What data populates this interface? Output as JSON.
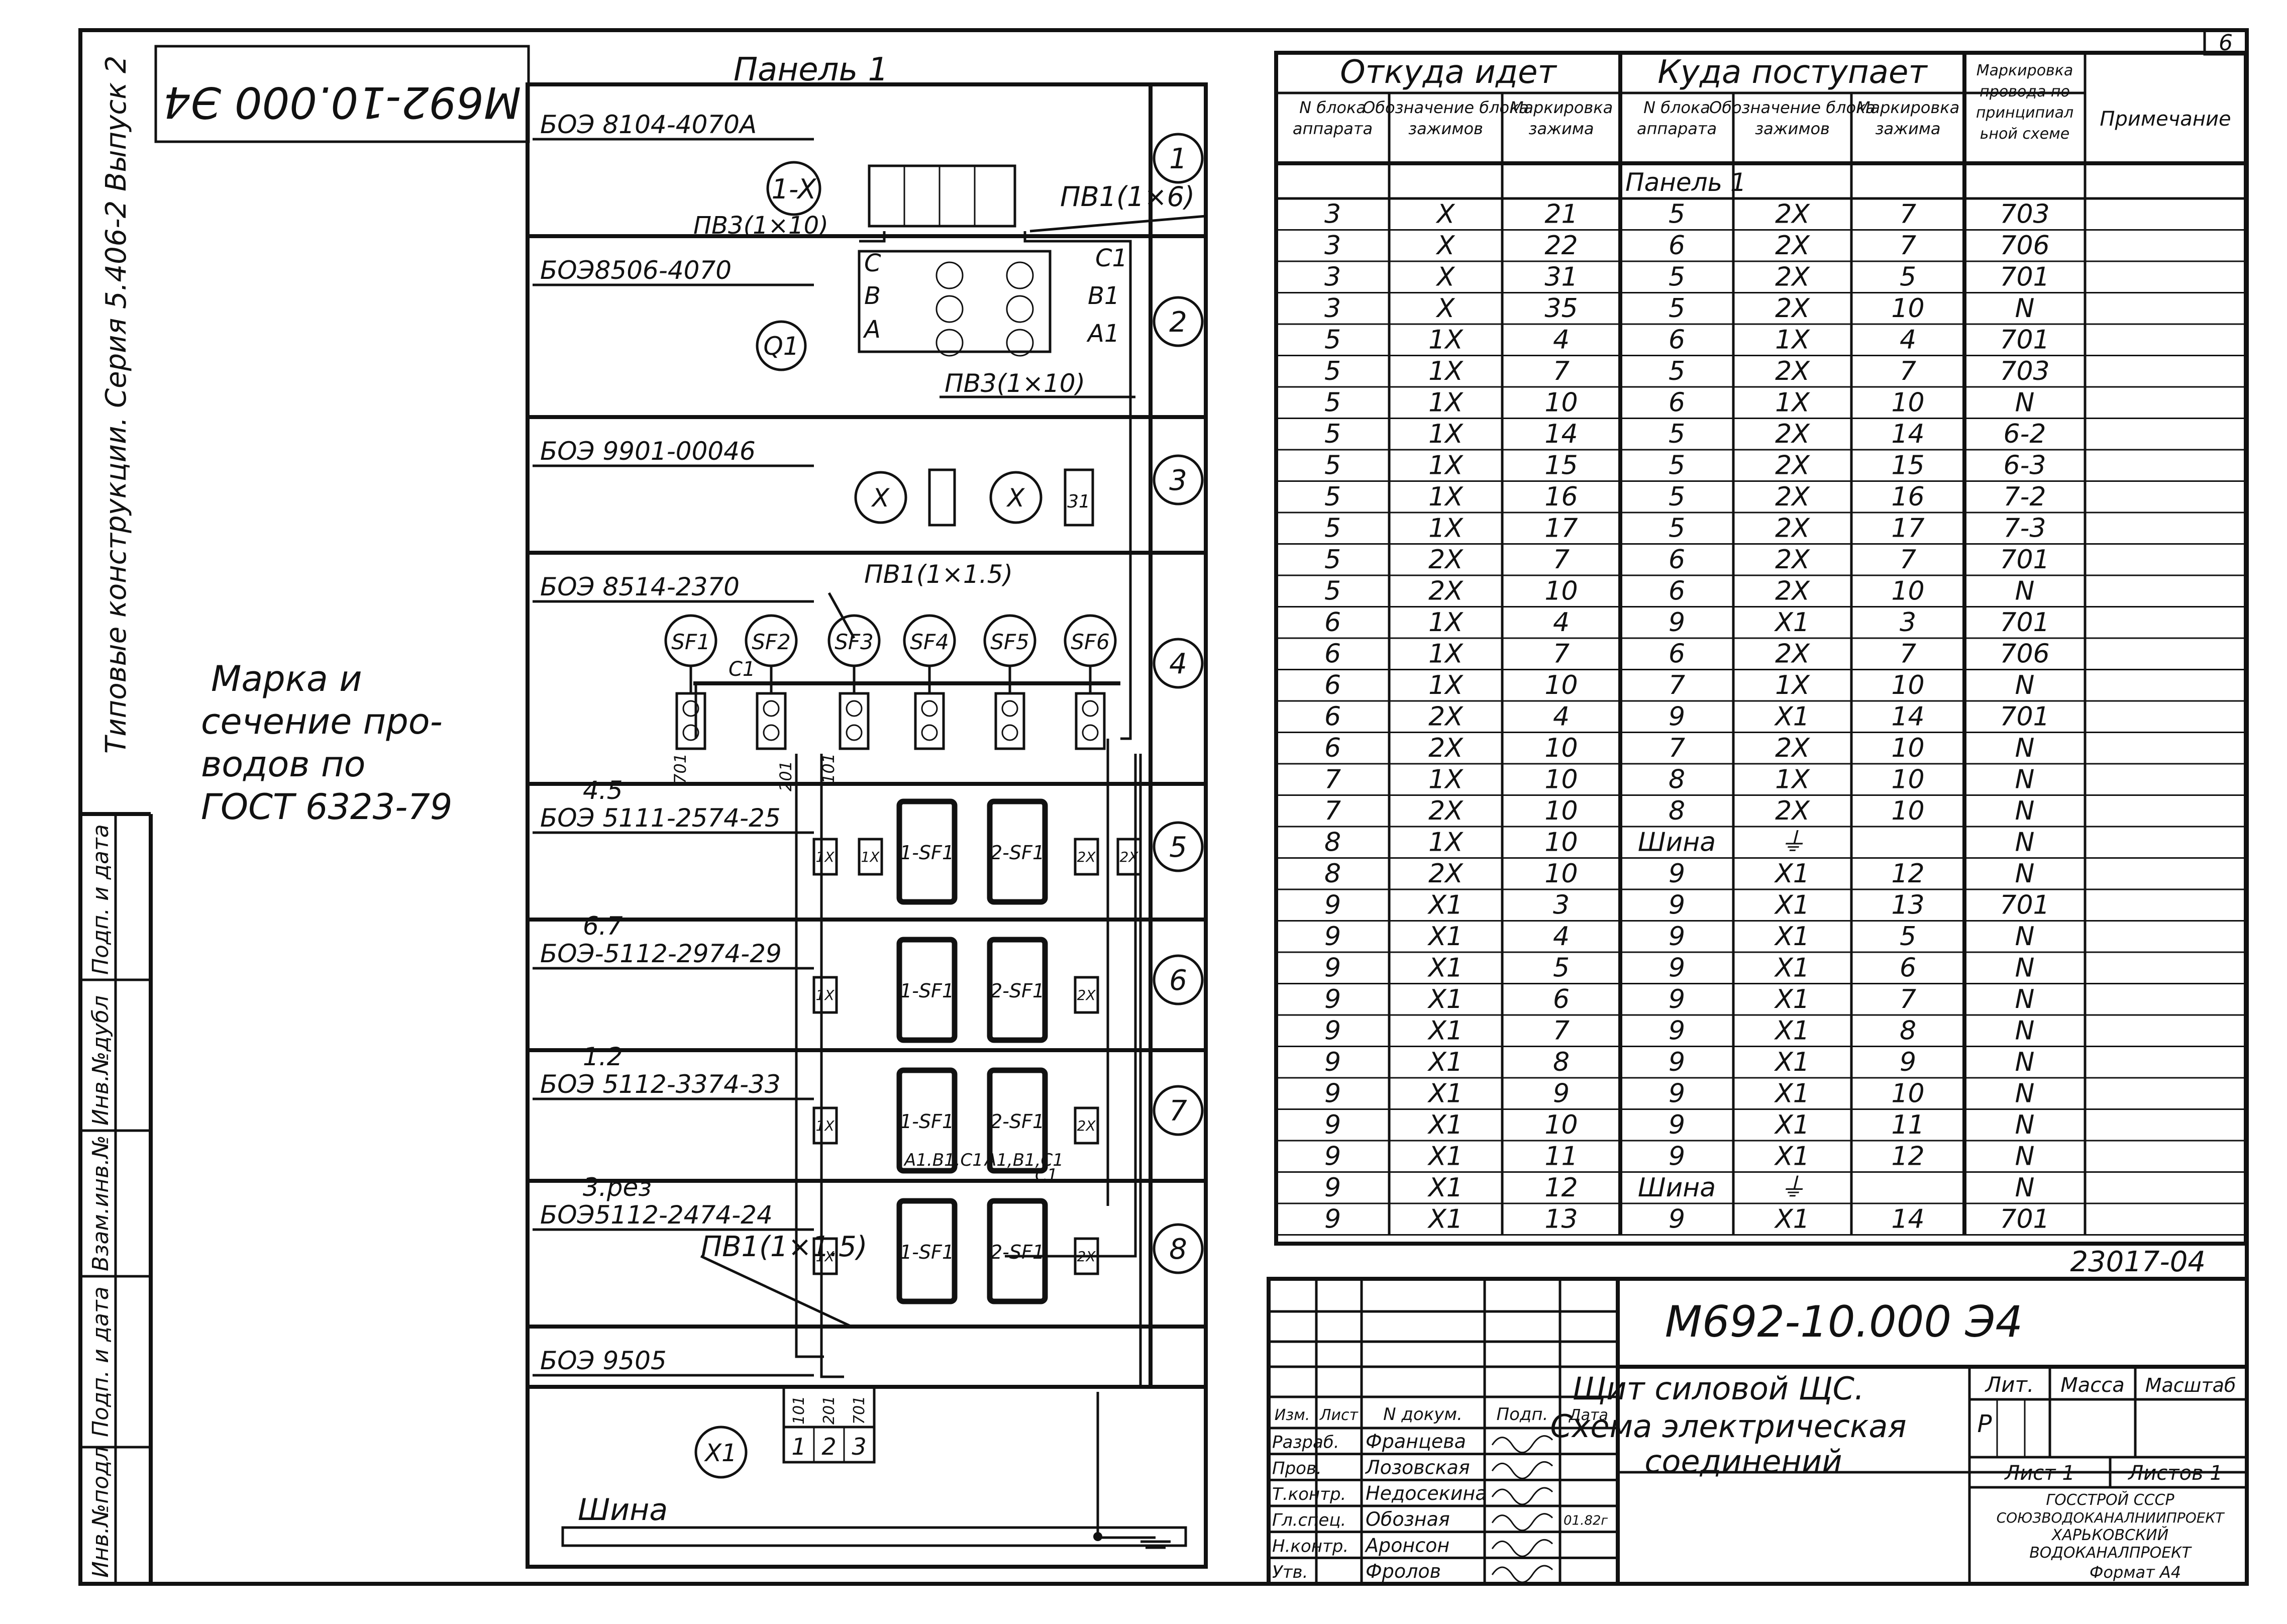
{
  "sheet_number": "6",
  "stamp_code": "М692-10.000 Э4",
  "side_caption": "Типовые конструкции.   Серия 5.406-2 Выпуск 2",
  "wire_note": [
    "Марка и",
    "сечение про-",
    "водов по",
    "ГОСТ 6323-79"
  ],
  "left_strip": [
    "Инв.№подл",
    "Подп. и дата",
    "Взам.инв.№",
    "Инв.№дубл",
    "Подп. и дата"
  ],
  "panel": {
    "title": "Панель 1",
    "blocks": [
      {
        "label": "БОЭ 8104-4070А",
        "num": "1"
      },
      {
        "label": "БОЭ8506-4070",
        "num": "2"
      },
      {
        "label": "БОЭ 9901-00046",
        "num": "3"
      },
      {
        "label": "БОЭ 8514-2370",
        "num": "4"
      },
      {
        "label": "БОЭ 5111-2574-25",
        "num": "5",
        "sub": "4.5"
      },
      {
        "label": "БОЭ-5112-2974-29",
        "num": "6",
        "sub": "6.7"
      },
      {
        "label": "БОЭ 5112-3374-33",
        "num": "7",
        "sub": "1.2"
      },
      {
        "label": "БОЭ5112-2474-24",
        "num": "8",
        "sub": "3.рез"
      },
      {
        "label": "БОЭ 9505",
        "num": ""
      }
    ],
    "tags": {
      "x1x": "1-X",
      "q1": "Q1",
      "x": "X",
      "x1": "X1",
      "t31": "31",
      "wire1": "ПВ3(1×10)",
      "wire2": "ПВ1(1×6)",
      "wire3": "ПВ3(1×10)",
      "wire4": "ПВ1(1×1.5)",
      "wire5": "ПВ1(1×1.5)",
      "pC": "C",
      "pB": "B",
      "pA": "A",
      "pC1": "C1",
      "pB1": "B1",
      "pA1": "A1",
      "c1": "C1",
      "ab1": "A1.B1,C1",
      "ab2": "A1,B1,C1",
      "c1b": "C1",
      "w701a": "701",
      "w201": "201",
      "w101": "101",
      "b101": "101",
      "b201": "201",
      "b701": "701",
      "tb1": "1",
      "tb2": "2",
      "tb3": "3",
      "bus": "Шина"
    },
    "sf": [
      "SF1",
      "SF2",
      "SF3",
      "SF4",
      "SF5",
      "SF6"
    ],
    "breakers": {
      "a": "1-SF1",
      "b": "2-SF1"
    },
    "side_terms": {
      "t1": "1X",
      "t2": "2X",
      "t3": "X1"
    }
  },
  "table": {
    "group_headers": [
      "Откуда идет",
      "Куда поступает",
      "Маркировка провода по принципиальной схеме",
      "Примечание"
    ],
    "headers": [
      "N блока аппарата",
      "Обозначение блока зажимов",
      "Маркировка зажима",
      "N блока аппарата",
      "Обозначение блока зажимов",
      "Маркировка зажима"
    ],
    "section_label": "Панель 1",
    "rows": [
      [
        "3",
        "X",
        "21",
        "5",
        "2X",
        "7",
        "703"
      ],
      [
        "3",
        "X",
        "22",
        "6",
        "2X",
        "7",
        "706"
      ],
      [
        "3",
        "X",
        "31",
        "5",
        "2X",
        "5",
        "701"
      ],
      [
        "3",
        "X",
        "35",
        "5",
        "2X",
        "10",
        "N"
      ],
      [
        "5",
        "1X",
        "4",
        "6",
        "1X",
        "4",
        "701"
      ],
      [
        "5",
        "1X",
        "7",
        "5",
        "2X",
        "7",
        "703"
      ],
      [
        "5",
        "1X",
        "10",
        "6",
        "1X",
        "10",
        "N"
      ],
      [
        "5",
        "1X",
        "14",
        "5",
        "2X",
        "14",
        "6-2"
      ],
      [
        "5",
        "1X",
        "15",
        "5",
        "2X",
        "15",
        "6-3"
      ],
      [
        "5",
        "1X",
        "16",
        "5",
        "2X",
        "16",
        "7-2"
      ],
      [
        "5",
        "1X",
        "17",
        "5",
        "2X",
        "17",
        "7-3"
      ],
      [
        "5",
        "2X",
        "7",
        "6",
        "2X",
        "7",
        "701"
      ],
      [
        "5",
        "2X",
        "10",
        "6",
        "2X",
        "10",
        "N"
      ],
      [
        "6",
        "1X",
        "4",
        "9",
        "X1",
        "3",
        "701"
      ],
      [
        "6",
        "1X",
        "7",
        "6",
        "2X",
        "7",
        "706"
      ],
      [
        "6",
        "1X",
        "10",
        "7",
        "1X",
        "10",
        "N"
      ],
      [
        "6",
        "2X",
        "4",
        "9",
        "X1",
        "14",
        "701"
      ],
      [
        "6",
        "2X",
        "10",
        "7",
        "2X",
        "10",
        "N"
      ],
      [
        "7",
        "1X",
        "10",
        "8",
        "1X",
        "10",
        "N"
      ],
      [
        "7",
        "2X",
        "10",
        "8",
        "2X",
        "10",
        "N"
      ],
      [
        "8",
        "1X",
        "10",
        "Шина",
        "⏚",
        "",
        "N"
      ],
      [
        "8",
        "2X",
        "10",
        "9",
        "X1",
        "12",
        "N"
      ],
      [
        "9",
        "X1",
        "3",
        "9",
        "X1",
        "13",
        "701"
      ],
      [
        "9",
        "X1",
        "4",
        "9",
        "X1",
        "5",
        "N"
      ],
      [
        "9",
        "X1",
        "5",
        "9",
        "X1",
        "6",
        "N"
      ],
      [
        "9",
        "X1",
        "6",
        "9",
        "X1",
        "7",
        "N"
      ],
      [
        "9",
        "X1",
        "7",
        "9",
        "X1",
        "8",
        "N"
      ],
      [
        "9",
        "X1",
        "8",
        "9",
        "X1",
        "9",
        "N"
      ],
      [
        "9",
        "X1",
        "9",
        "9",
        "X1",
        "10",
        "N"
      ],
      [
        "9",
        "X1",
        "10",
        "9",
        "X1",
        "11",
        "N"
      ],
      [
        "9",
        "X1",
        "11",
        "9",
        "X1",
        "12",
        "N"
      ],
      [
        "9",
        "X1",
        "12",
        "Шина",
        "⏚",
        "",
        "N"
      ],
      [
        "9",
        "X1",
        "13",
        "9",
        "X1",
        "14",
        "701"
      ]
    ]
  },
  "doc_code": "23017-04",
  "title_block": {
    "code": "М692-10.000 Э4",
    "title_lines": [
      "Щит силовой ЩС.",
      "Схема электрическая",
      "соединений"
    ],
    "lit": "Лит.",
    "mass": "Масса",
    "scale": "Масштаб",
    "lit_value": "Р",
    "sheet": "Лист 1",
    "sheets": "Листов 1",
    "org": [
      "ГОССТРОЙ СССР",
      "СОЮЗВОДОКАНАЛНИИПРОЕКТ",
      "ХАРЬКОВСКИЙ",
      "ВОДОКАНАЛПРОЕКТ"
    ],
    "format": "Формат А4",
    "sign_headers": [
      "Изм.",
      "Лист",
      "N докум.",
      "Подп.",
      "Дата"
    ],
    "signers": [
      {
        "role": "Разраб.",
        "name": "Францева"
      },
      {
        "role": "Пров.",
        "name": "Лозовская"
      },
      {
        "role": "Т.контр.",
        "name": "Недосекина"
      },
      {
        "role": "Гл.спец.",
        "name": "Обозная"
      },
      {
        "role": "Н.контр.",
        "name": "Аронсон"
      },
      {
        "role": "Утв.",
        "name": "Фролов"
      }
    ],
    "date": "01.82г"
  }
}
